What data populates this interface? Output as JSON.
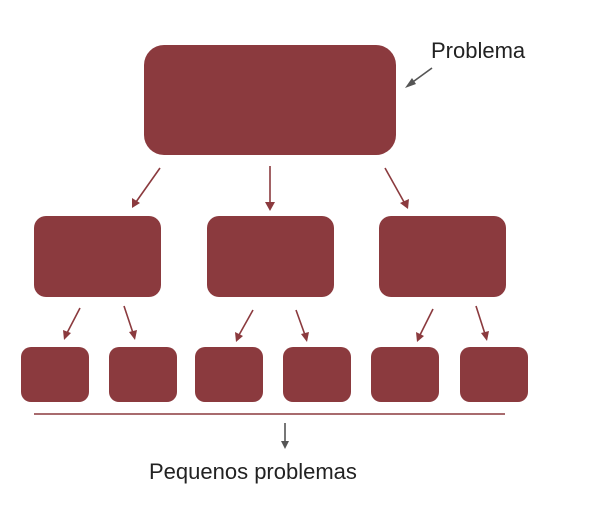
{
  "labels": {
    "problem": "Problema",
    "small_problems": "Pequenos problemas"
  },
  "colors": {
    "box_fill": "#8b3a3e",
    "label_arrow": "#555555",
    "text": "#222222",
    "background": "#ffffff"
  },
  "tree": {
    "root": 1,
    "level_1_children": 3,
    "level_2_children_per_node": 2
  }
}
